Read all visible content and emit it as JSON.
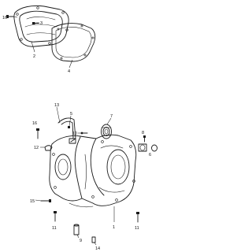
{
  "callouts": {
    "c16_top": "16",
    "c2": "2",
    "c3": "3",
    "c4": "4",
    "c13": "13",
    "c5": "5",
    "c7": "7",
    "c10": "10",
    "c12": "12",
    "c8": "8",
    "c6": "6",
    "c15": "15",
    "c11_left": "11",
    "c11_right": "11",
    "c9": "9",
    "c1": "1",
    "c14": "14"
  },
  "colors": {
    "line": "#1a1a1a",
    "background": "#ffffff"
  }
}
